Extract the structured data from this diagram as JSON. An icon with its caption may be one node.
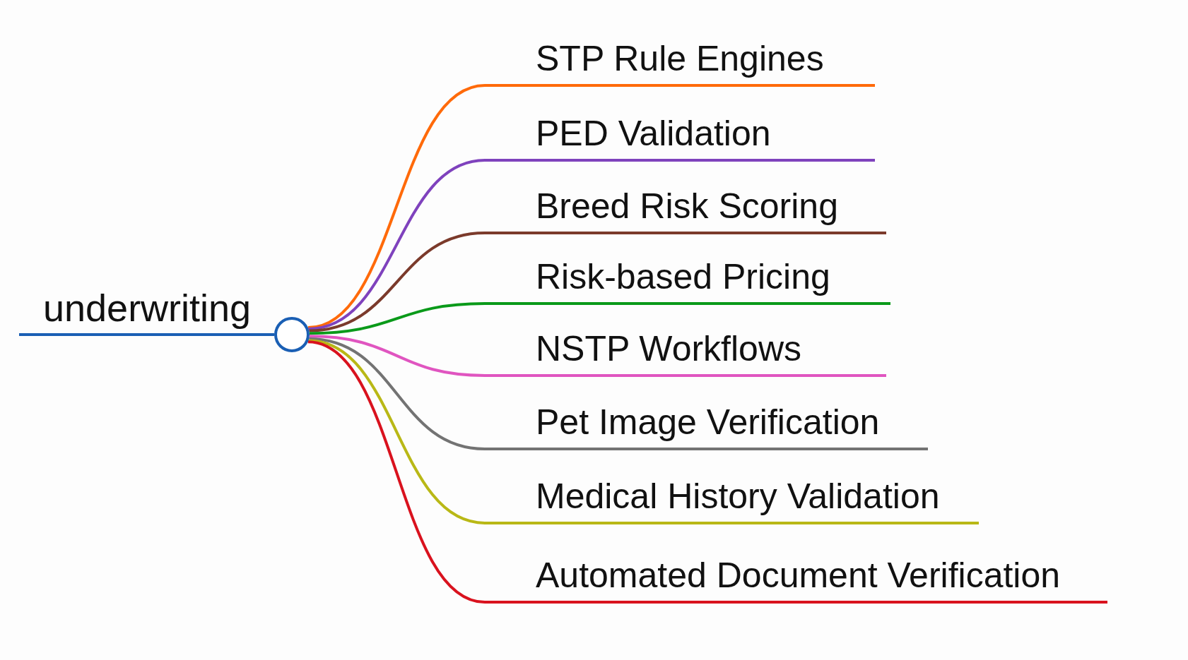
{
  "diagram": {
    "nodes": [
      {
        "text": [
          "underwriting"
        ]
      },
      {
        "text": [],
        "shape": "circle"
      },
      {
        "text": [
          "STP Rule Engines"
        ]
      },
      {
        "text": [
          "PED Validation"
        ]
      },
      {
        "text": [
          "Breed Risk Scoring"
        ]
      },
      {
        "text": [
          "Risk-based Pricing"
        ]
      },
      {
        "text": [
          "NSTP Workflows"
        ]
      },
      {
        "text": [
          "Pet Image Verification"
        ]
      },
      {
        "text": [
          "Medical History Validation"
        ]
      },
      {
        "text": [
          "Automated Document Verification"
        ]
      }
    ],
    "edges": [
      {
        "from": 0,
        "to": 1,
        "arrow": "none",
        "color": "#1a5fb4"
      },
      {
        "from": 1,
        "to": 2,
        "arrow": "none",
        "color": "#ff6a0a"
      },
      {
        "from": 1,
        "to": 3,
        "arrow": "none",
        "color": "#7f42bd"
      },
      {
        "from": 1,
        "to": 4,
        "arrow": "none",
        "color": "#7b3a2b"
      },
      {
        "from": 1,
        "to": 5,
        "arrow": "none",
        "color": "#0a9a1a"
      },
      {
        "from": 1,
        "to": 6,
        "arrow": "none",
        "color": "#e055c0"
      },
      {
        "from": 1,
        "to": 7,
        "arrow": "none",
        "color": "#737373"
      },
      {
        "from": 1,
        "to": 8,
        "arrow": "none",
        "color": "#b9b816"
      },
      {
        "from": 1,
        "to": 9,
        "arrow": "none",
        "color": "#d9121e"
      }
    ]
  }
}
